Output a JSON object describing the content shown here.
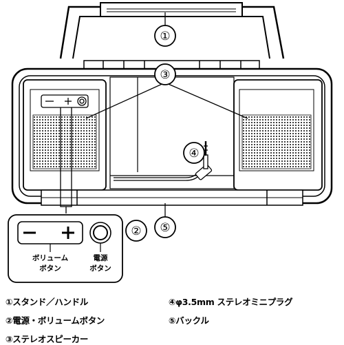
{
  "callouts": {
    "c1": "①",
    "c2": "②",
    "c3": "③",
    "c4": "④",
    "c5": "⑤"
  },
  "buttons": {
    "volume_line1": "ボリューム",
    "volume_line2": "ボタン",
    "power_line1": "電源",
    "power_line2": "ボタン"
  },
  "legend": {
    "item1": "①スタンド／ハンドル",
    "item2": "②電源・ボリュームボタン",
    "item3": "③ステレオスピーカー",
    "item4": "④φ3.5mm ステレオミニプラグ",
    "item5": "⑤バックル"
  }
}
